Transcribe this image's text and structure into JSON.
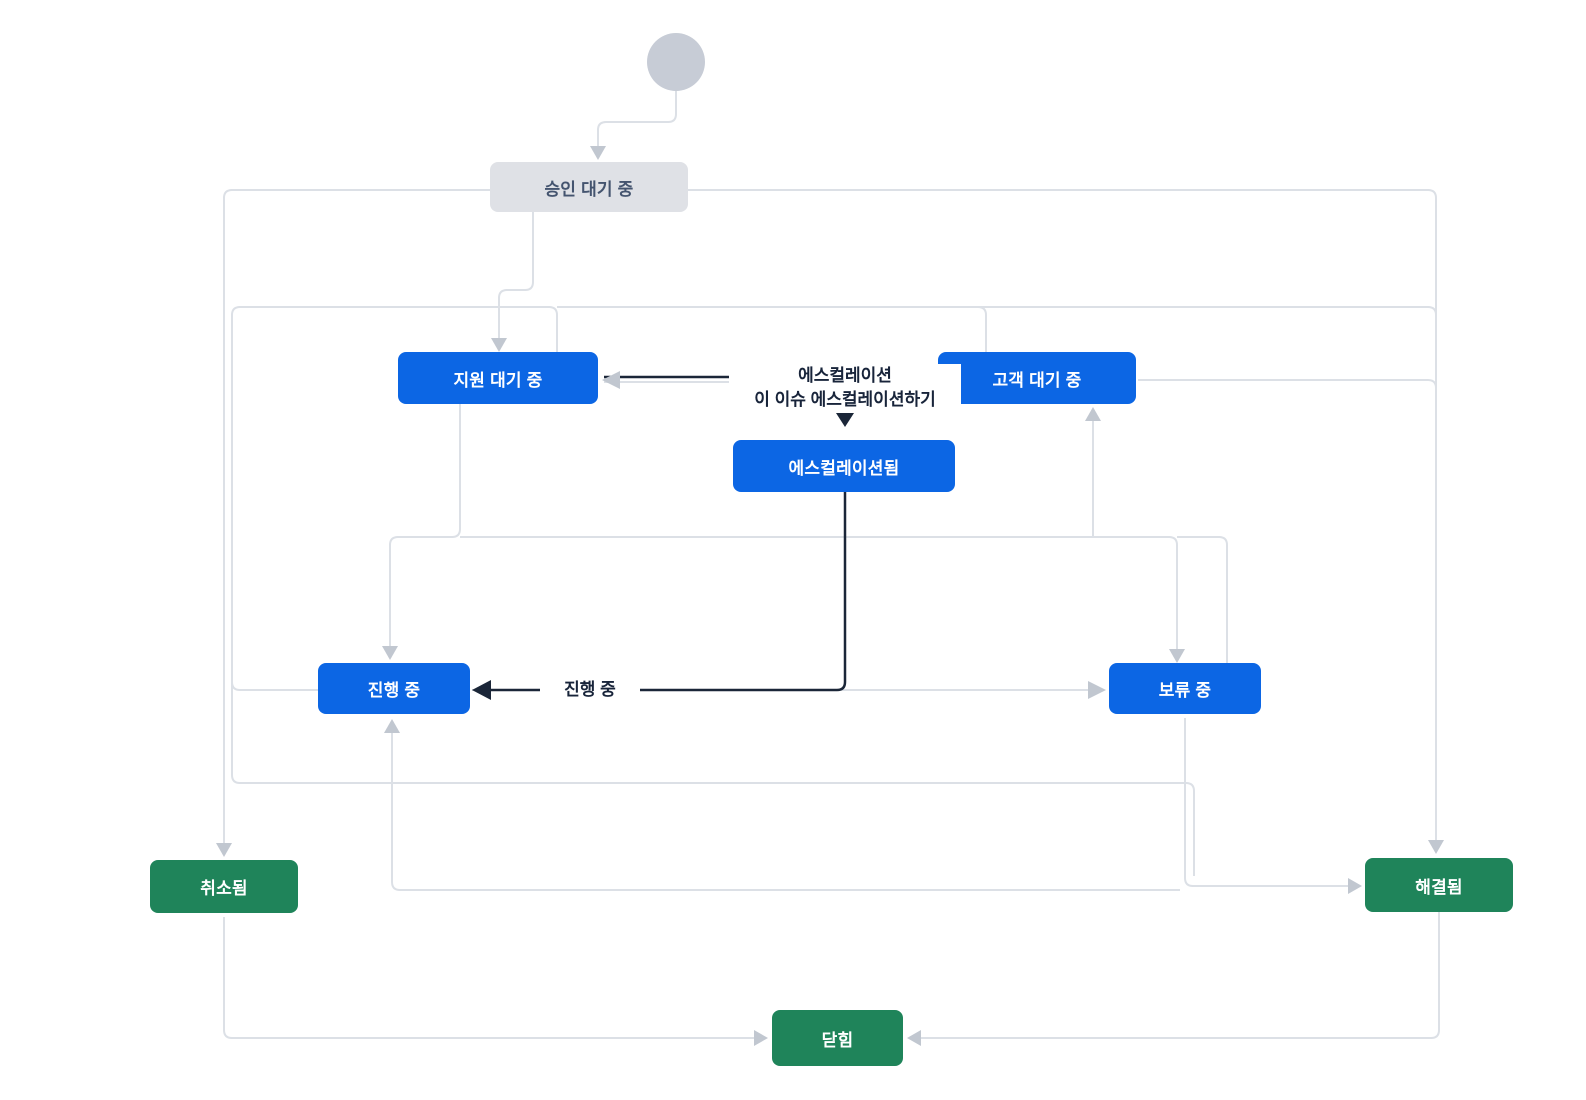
{
  "diagram": {
    "type": "workflow",
    "start_node": {
      "name": "start"
    },
    "statuses": [
      {
        "id": "pending-approval",
        "label": "승인 대기 중",
        "category": "todo"
      },
      {
        "id": "waiting-for-support",
        "label": "지원 대기 중",
        "category": "in-progress"
      },
      {
        "id": "waiting-for-customer",
        "label": "고객 대기 중",
        "category": "in-progress"
      },
      {
        "id": "escalated",
        "label": "에스컬레이션됨",
        "category": "in-progress"
      },
      {
        "id": "in-progress",
        "label": "진행 중",
        "category": "in-progress"
      },
      {
        "id": "on-hold",
        "label": "보류 중",
        "category": "in-progress"
      },
      {
        "id": "canceled",
        "label": "취소됨",
        "category": "done"
      },
      {
        "id": "resolved",
        "label": "해결됨",
        "category": "done"
      },
      {
        "id": "closed",
        "label": "닫힘",
        "category": "done"
      }
    ],
    "highlighted_transition": {
      "title": "에스컬레이션",
      "subtitle": "이 이슈 에스컬레이션하기",
      "target": "에스컬레이션됨"
    },
    "secondary_transition": {
      "label": "진행 중",
      "target": "진행 중"
    }
  },
  "colors": {
    "background": "#FFFFFF",
    "status_blue": "#0C66E4",
    "status_done_green": "#1F845A",
    "status_todo_bg": "#DFE1E6",
    "status_todo_text": "#44546F",
    "connector": "#DCE0E6",
    "arrow": "#C1C7D0",
    "highlight": "#1B2638",
    "start": "#C7CCD6",
    "label_text": "#18243A"
  }
}
